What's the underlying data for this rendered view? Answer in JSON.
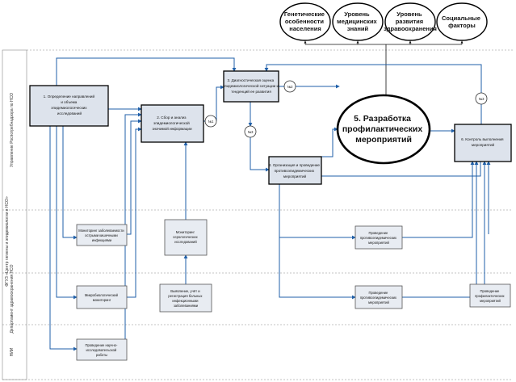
{
  "top_factors": [
    [
      "Генетические",
      "особенности",
      "населения"
    ],
    [
      "Уровень",
      "медицинских",
      "знаний"
    ],
    [
      "Уровень",
      "развития",
      "здравоохранения"
    ],
    [
      "Социальные",
      "факторы"
    ]
  ],
  "lanes": [
    "Управление Роспотребнадзора по НСО",
    "ФГУЗ «Центр гигиены и эпидемиологии в НСО»",
    "Департамент здравоохранения НСО",
    "НИИ"
  ],
  "boxes": {
    "b1": [
      "1. Определение направлений",
      "и объема",
      "эпидемиологических",
      "исследований"
    ],
    "b2": [
      "2. Сбор и анализ",
      "эпидемиологической",
      "значимой информации"
    ],
    "b3": [
      "3. Диагностическая оценка",
      "эпидемиологической ситуации и",
      "тенденций ее развития"
    ],
    "b4": [
      "4. Организация и проведение",
      "противоэпидемических",
      "мероприятий"
    ],
    "b5": [
      "5. Разработка",
      "профилактических",
      "мероприятий"
    ],
    "b6": [
      "6. Контроль выполнения",
      "мероприятий"
    ],
    "m1": [
      "Мониторинг заболеваемости",
      "острыми кишечными",
      "инфекциями"
    ],
    "m2": [
      "Мониторинг",
      "серологических",
      "исследований"
    ],
    "m3": [
      "Выявление, учёт и",
      "регистрация больных",
      "инфекционными",
      "заболеваниями"
    ],
    "m4": [
      "Микробиологический",
      "мониторинг"
    ],
    "m5": [
      "Проведение научно-",
      "исследовательской",
      "работы"
    ],
    "m6": [
      "Проведение",
      "противоэпидемических",
      "мероприятий"
    ],
    "m7": [
      "Проведение",
      "противоэпидемических",
      "мероприятий"
    ],
    "m8": [
      "Проведение",
      "профилактических",
      "мероприятий"
    ]
  },
  "connectors": [
    "№1",
    "№2",
    "№3",
    "№3"
  ]
}
